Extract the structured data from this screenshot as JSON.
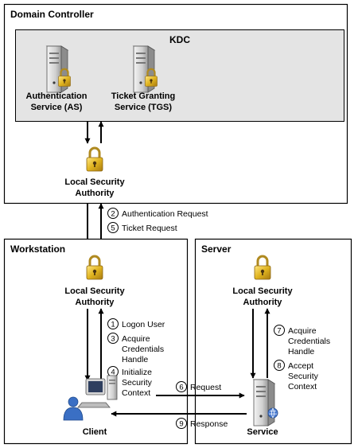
{
  "domain_controller": {
    "title": "Domain Controller",
    "kdc": {
      "title": "KDC",
      "as": {
        "line1": "Authentication",
        "line2": "Service (AS)"
      },
      "tgs": {
        "line1": "Ticket Granting",
        "line2": "Service (TGS)"
      }
    },
    "lsa": {
      "line1": "Local Security",
      "line2": "Authority"
    }
  },
  "workstation": {
    "title": "Workstation",
    "lsa": {
      "line1": "Local Security",
      "line2": "Authority"
    },
    "client_label": "Client"
  },
  "server": {
    "title": "Server",
    "lsa": {
      "line1": "Local Security",
      "line2": "Authority"
    },
    "service_label": "Service"
  },
  "steps": {
    "s1": {
      "num": "1",
      "text": "Logon User"
    },
    "s2": {
      "num": "2",
      "text": "Authentication Request"
    },
    "s3": {
      "num": "3",
      "line1": "Acquire",
      "line2": "Credentials",
      "line3": "Handle"
    },
    "s4": {
      "num": "4",
      "line1": "Initialize",
      "line2": "Security",
      "line3": "Context"
    },
    "s5": {
      "num": "5",
      "text": "Ticket Request"
    },
    "s6": {
      "num": "6",
      "text": "Request"
    },
    "s7": {
      "num": "7",
      "line1": "Acquire",
      "line2": "Credentials",
      "line3": "Handle"
    },
    "s8": {
      "num": "8",
      "line1": "Accept",
      "line2": "Security",
      "line3": "Context"
    },
    "s9": {
      "num": "9",
      "text": "Response"
    }
  },
  "colors": {
    "kdc_fill": "#e4e4e4",
    "lock_gold": "#e0b420",
    "server_gray": "#d8d8d8",
    "user_blue": "#3a6fc4"
  }
}
